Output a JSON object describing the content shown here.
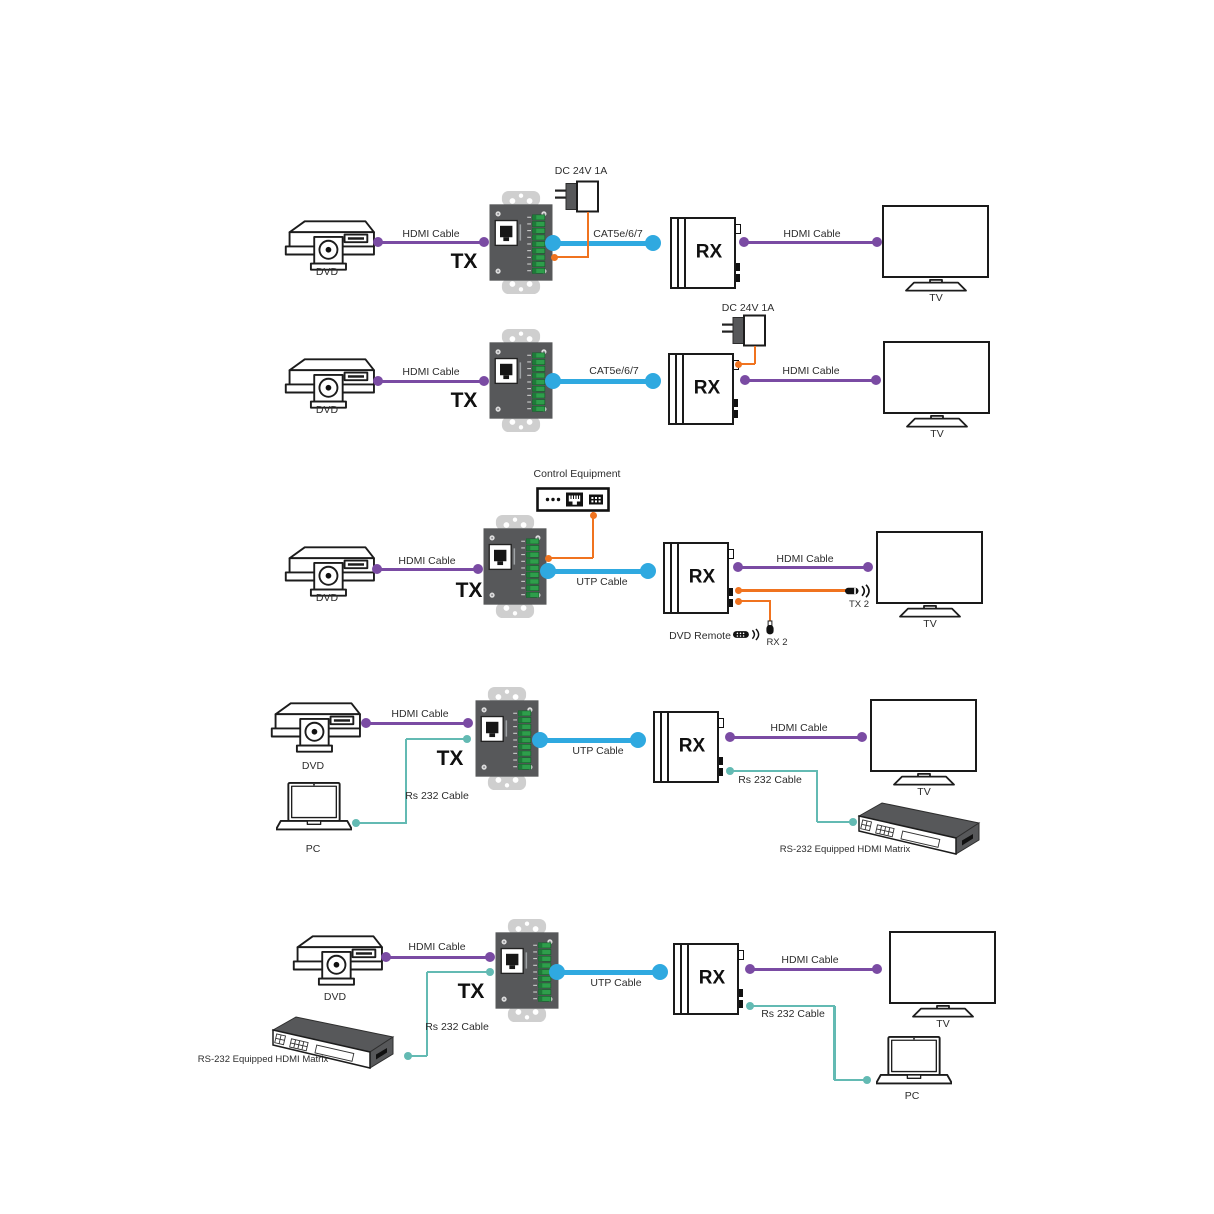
{
  "colors": {
    "hdmi_cable": "#7A4BA3",
    "link_cable": "#2FA9E0",
    "power_ir": "#F0731F",
    "rs232_cable": "#63BAB3",
    "device_gray": "#58595B",
    "terminal_green": "#2E9E4B"
  },
  "rows": [
    {
      "device_in": "DVD",
      "hdmi_in": "HDMI Cable",
      "tx": "TX",
      "power": "DC 24V 1A",
      "link": "CAT5e/6/7",
      "rx": "RX",
      "hdmi_out": "HDMI Cable",
      "device_out": "TV"
    },
    {
      "device_in": "DVD",
      "hdmi_in": "HDMI Cable",
      "tx": "TX",
      "power": "DC 24V 1A",
      "link": "CAT5e/6/7",
      "rx": "RX",
      "hdmi_out": "HDMI Cable",
      "device_out": "TV"
    },
    {
      "device_in": "DVD",
      "hdmi_in": "HDMI Cable",
      "tx": "TX",
      "control": "Control Equipment",
      "link": "UTP Cable",
      "rx": "RX",
      "hdmi_out": "HDMI Cable",
      "device_out": "TV",
      "ir_emitter": "TX 2",
      "ir_receiver": "RX 2",
      "remote": "DVD Remote"
    },
    {
      "device_in": "DVD",
      "pc": "PC",
      "hdmi_in": "HDMI Cable",
      "rs232_in": "Rs 232 Cable",
      "tx": "TX",
      "link": "UTP Cable",
      "rx": "RX",
      "hdmi_out": "HDMI Cable",
      "rs232_out": "Rs 232 Cable",
      "device_out": "TV",
      "matrix": "RS-232 Equipped HDMI Matrix"
    },
    {
      "device_in": "DVD",
      "pc": "PC",
      "hdmi_in": "HDMI Cable",
      "rs232_in": "Rs 232 Cable",
      "tx": "TX",
      "link": "UTP Cable",
      "rx": "RX",
      "hdmi_out": "HDMI Cable",
      "rs232_out": "Rs 232 Cable",
      "device_out": "TV",
      "matrix": "RS-232 Equipped HDMI Matrix"
    }
  ]
}
